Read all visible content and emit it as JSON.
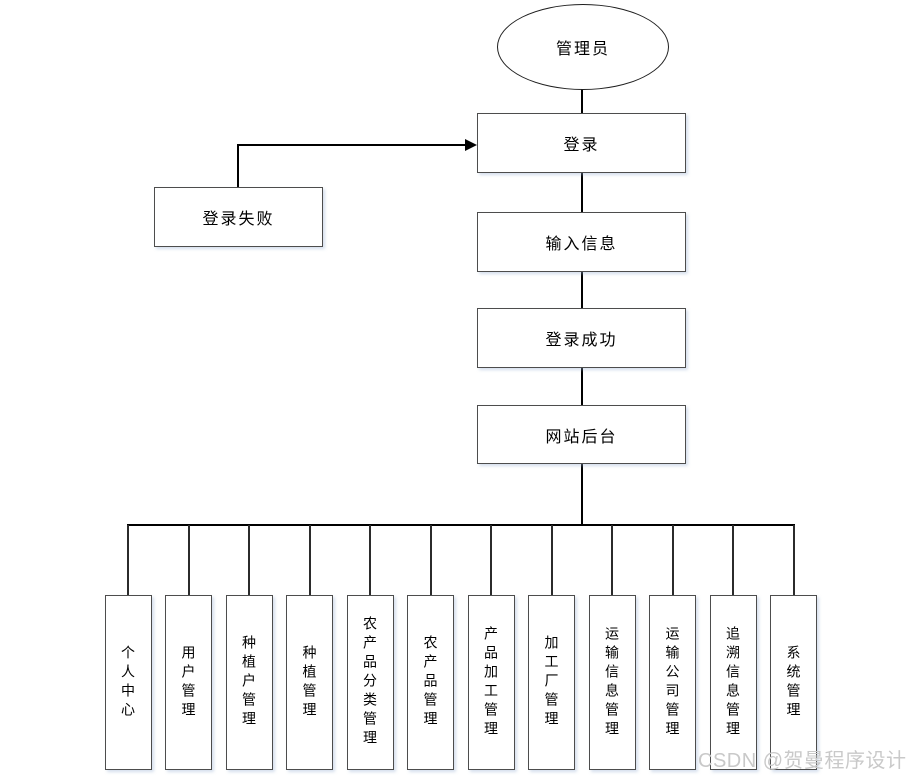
{
  "actor": {
    "label": "管理员"
  },
  "nodes": {
    "login": {
      "label": "登录"
    },
    "login_fail": {
      "label": "登录失败"
    },
    "input_info": {
      "label": "输入信息"
    },
    "login_success": {
      "label": "登录成功"
    },
    "backend": {
      "label": "网站后台"
    }
  },
  "modules": [
    {
      "label": "个人中心"
    },
    {
      "label": "用户管理"
    },
    {
      "label": "种植户管理"
    },
    {
      "label": "种植管理"
    },
    {
      "label": "农产品分类管理"
    },
    {
      "label": "农产品管理"
    },
    {
      "label": "产品加工管理"
    },
    {
      "label": "加工厂管理"
    },
    {
      "label": "运输信息管理"
    },
    {
      "label": "运输公司管理"
    },
    {
      "label": "追溯信息管理"
    },
    {
      "label": "系统管理"
    }
  ],
  "edges": [
    {
      "from": "管理员",
      "to": "登录"
    },
    {
      "from": "登录失败",
      "to": "登录"
    },
    {
      "from": "登录",
      "to": "输入信息"
    },
    {
      "from": "输入信息",
      "to": "登录成功"
    },
    {
      "from": "登录成功",
      "to": "网站后台"
    },
    {
      "from": "网站后台",
      "to": "个人中心, 用户管理, 种植户管理, 种植管理, 农产品分类管理, 农产品管理, 产品加工管理, 加工厂管理, 运输信息管理, 运输公司管理, 追溯信息管理, 系统管理"
    }
  ],
  "watermark": {
    "text": "CSDN @贺曼程序设计"
  },
  "colors": {
    "background": "#ffffff",
    "box_border": "#4d4d4d",
    "ellipse_border": "#1f1f1f",
    "line": "#000000",
    "text": "#000000",
    "watermark": "#c9c9c9"
  }
}
